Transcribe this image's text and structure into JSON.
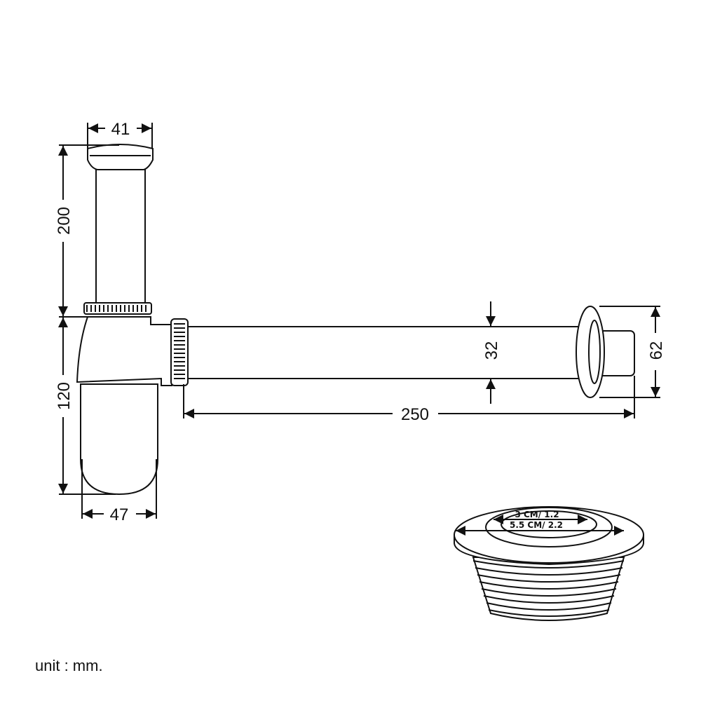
{
  "dimensions": {
    "top_width": "41",
    "tube_height": "200",
    "trap_height": "120",
    "bottom_width": "47",
    "pipe_diameter": "32",
    "flange_diameter": "62",
    "pipe_length": "250"
  },
  "drain_fitting": {
    "inner_label": "3 CM/ 1.2",
    "outer_label": "5.5 CM/ 2.2"
  },
  "unit_label": "unit : mm."
}
